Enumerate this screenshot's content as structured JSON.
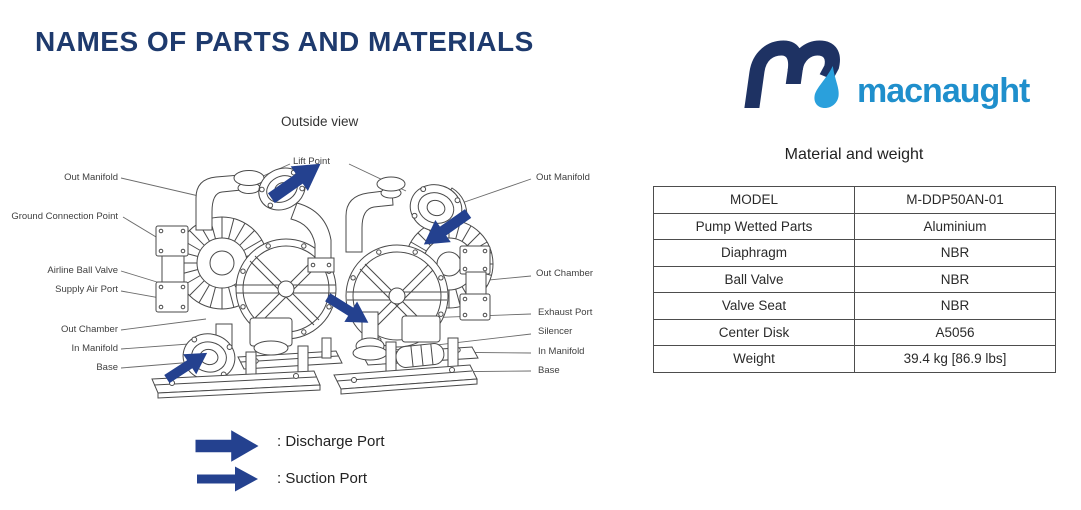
{
  "page_title": "NAMES OF PARTS AND MATERIALS",
  "logo": {
    "brand": "macnaught"
  },
  "colors": {
    "title_blue": "#1e3a6d",
    "logo_navy": "#1e3263",
    "logo_blue": "#1f8fcc",
    "logo_droplet": "#2aa0dc",
    "arrow_navy": "#24418f"
  },
  "diagram": {
    "heading": "Outside view",
    "lift_point": "Lift Point",
    "left_labels": [
      "Out Manifold",
      "Ground Connection Point",
      "Airline Ball Valve",
      "Supply Air Port",
      "Out Chamber",
      "In Manifold",
      "Base"
    ],
    "right_labels": [
      "Out Manifold",
      "Out Chamber",
      "Exhaust Port",
      "Silencer",
      "In Manifold",
      "Base"
    ],
    "legend": [
      ": Discharge Port",
      ": Suction Port"
    ]
  },
  "materials": {
    "heading": "Material and weight",
    "rows": [
      {
        "label": "MODEL",
        "value": "M-DDP50AN-01"
      },
      {
        "label": "Pump Wetted Parts",
        "value": "Aluminium"
      },
      {
        "label": "Diaphragm",
        "value": "NBR"
      },
      {
        "label": "Ball Valve",
        "value": "NBR"
      },
      {
        "label": "Valve Seat",
        "value": "NBR"
      },
      {
        "label": "Center Disk",
        "value": "A5056"
      },
      {
        "label": "Weight",
        "value": "39.4 kg [86.9 lbs]"
      }
    ]
  }
}
